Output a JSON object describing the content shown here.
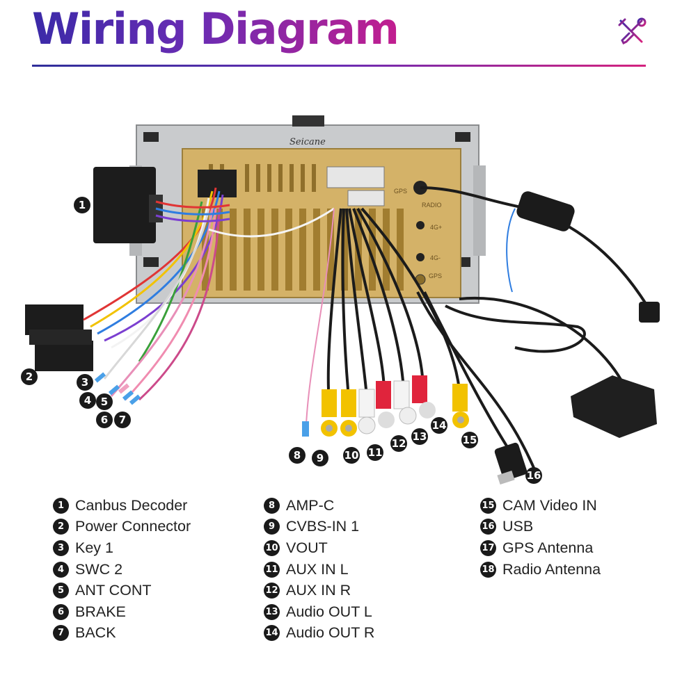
{
  "header": {
    "title": "Wiring Diagram",
    "icon": "tools-icon",
    "accent_colors": [
      "#3b2aa8",
      "#c21e8f"
    ]
  },
  "diagram": {
    "brand_mark": "Seicane",
    "unit_labels": [
      "GPS",
      "RADIO",
      "4G+",
      "4G-",
      "GPS"
    ],
    "callouts": [
      "1",
      "2",
      "3",
      "4",
      "5",
      "6",
      "7",
      "8",
      "9",
      "10",
      "11",
      "12",
      "13",
      "14",
      "15",
      "16"
    ]
  },
  "legend": {
    "col1": [
      {
        "num": "1",
        "label": "Canbus Decoder"
      },
      {
        "num": "2",
        "label": "Power Connector"
      },
      {
        "num": "3",
        "label": "Key 1"
      },
      {
        "num": "4",
        "label": "SWC 2"
      },
      {
        "num": "5",
        "label": "ANT CONT"
      },
      {
        "num": "6",
        "label": "BRAKE"
      },
      {
        "num": "7",
        "label": "BACK"
      }
    ],
    "col2": [
      {
        "num": "8",
        "label": "AMP-C"
      },
      {
        "num": "9",
        "label": "CVBS-IN 1"
      },
      {
        "num": "10",
        "label": "VOUT"
      },
      {
        "num": "11",
        "label": "AUX IN L"
      },
      {
        "num": "12",
        "label": "AUX IN R"
      },
      {
        "num": "13",
        "label": "Audio OUT L"
      },
      {
        "num": "14",
        "label": "Audio OUT R"
      }
    ],
    "col3": [
      {
        "num": "15",
        "label": "CAM Video IN"
      },
      {
        "num": "16",
        "label": "USB"
      },
      {
        "num": "17",
        "label": "GPS Antenna"
      },
      {
        "num": "18",
        "label": "Radio Antenna"
      }
    ]
  }
}
